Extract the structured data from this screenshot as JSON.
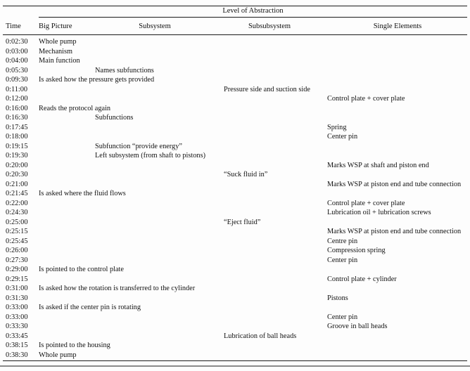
{
  "table": {
    "spanner": "Level of Abstraction",
    "columns": [
      "Time",
      "Big Picture",
      "Subsystem",
      "Subsubsystem",
      "Single Elements"
    ],
    "rows": [
      {
        "time": "0:02:30",
        "col": "big",
        "text": "Whole pump"
      },
      {
        "time": "0:03:00",
        "col": "big",
        "text": "Mechanism"
      },
      {
        "time": "0:04:00",
        "col": "big",
        "text": "Main function"
      },
      {
        "time": "0:05:30",
        "col": "sub",
        "text": "Names subfunctions"
      },
      {
        "time": "0:09:30",
        "col": "big",
        "text": "Is asked how the pressure gets provided"
      },
      {
        "time": "0:11:00",
        "col": "subsub",
        "text": "Pressure side and suction side"
      },
      {
        "time": "0:12:00",
        "col": "single",
        "text": "Control plate + cover plate"
      },
      {
        "time": "0:16:00",
        "col": "big",
        "text": "Reads the protocol again"
      },
      {
        "time": "0:16:30",
        "col": "sub",
        "text": "Subfunctions"
      },
      {
        "time": "0:17:45",
        "col": "single",
        "text": "Spring"
      },
      {
        "time": "0:18:00",
        "col": "single",
        "text": "Center pin"
      },
      {
        "time": "0:19:15",
        "col": "sub",
        "text": "Subfunction “provide energy”"
      },
      {
        "time": "0:19:30",
        "col": "sub",
        "text": "Left subsystem (from shaft to pistons)"
      },
      {
        "time": "0:20:00",
        "col": "single",
        "text": "Marks WSP at shaft and piston end"
      },
      {
        "time": "0:20:30",
        "col": "subsub",
        "text": "“Suck fluid in”"
      },
      {
        "time": "0:21:00",
        "col": "single",
        "text": "Marks WSP at piston end and tube connection"
      },
      {
        "time": "0:21:45",
        "col": "big",
        "text": "Is asked where the fluid flows"
      },
      {
        "time": "0:22:00",
        "col": "single",
        "text": "Control plate + cover plate"
      },
      {
        "time": "0:24:30",
        "col": "single",
        "text": "Lubrication oil + lubrication screws"
      },
      {
        "time": "0:25:00",
        "col": "subsub",
        "text": "“Eject fluid”"
      },
      {
        "time": "0:25:15",
        "col": "single",
        "text": "Marks WSP at piston end and tube connection"
      },
      {
        "time": "0:25:45",
        "col": "single",
        "text": "Centre pin"
      },
      {
        "time": "0:26:00",
        "col": "single",
        "text": "Compression spring"
      },
      {
        "time": "0:27:30",
        "col": "single",
        "text": "Center pin"
      },
      {
        "time": "0:29:00",
        "col": "big",
        "text": "Is pointed to the control plate"
      },
      {
        "time": "0:29:15",
        "col": "single",
        "text": "Control plate + cylinder"
      },
      {
        "time": "0:31:00",
        "col": "big",
        "text": "Is asked how the rotation is transferred to the cylinder"
      },
      {
        "time": "0:31:30",
        "col": "single",
        "text": "Pistons"
      },
      {
        "time": "0:33:00",
        "col": "big",
        "text": "Is asked if the center pin is rotating"
      },
      {
        "time": "0:33:00",
        "col": "single",
        "text": "Center pin"
      },
      {
        "time": "0:33:30",
        "col": "single",
        "text": "Groove in ball heads"
      },
      {
        "time": "0:33:45",
        "col": "subsub",
        "text": "Lubrication of ball heads"
      },
      {
        "time": "0:38:15",
        "col": "big",
        "text": "Is pointed to the housing"
      },
      {
        "time": "0:38:30",
        "col": "big",
        "text": "Whole pump"
      }
    ]
  }
}
